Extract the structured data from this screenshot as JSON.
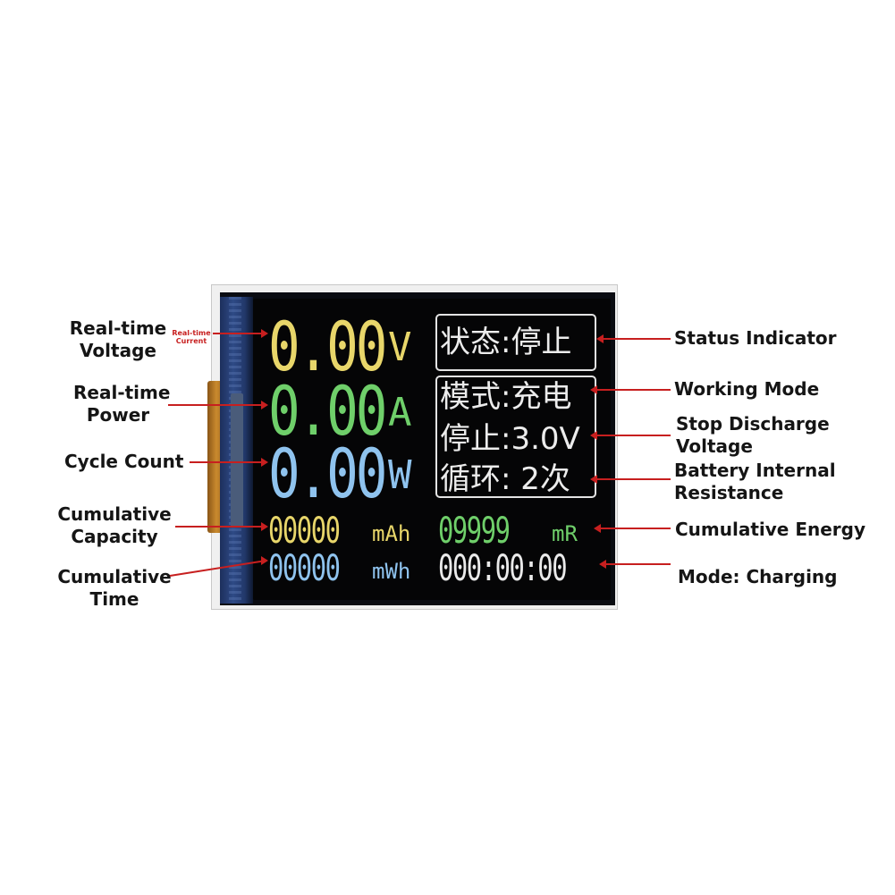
{
  "lcd": {
    "voltage_value": "0.00",
    "voltage_unit": "V",
    "current_value": "0.00",
    "current_unit": "A",
    "power_value": "0.00",
    "power_unit": "W",
    "capacity_value": "00000",
    "capacity_unit": "mAh",
    "resistance_value": "09999",
    "resistance_unit": "mR",
    "energy_value": "00000",
    "energy_unit": "mWh",
    "time_value": "000:00:00",
    "status_line": "状态:停止",
    "mode_line": "模式:充电",
    "stop_line": "停止:3.0V",
    "cycle_line": "循环: 2次"
  },
  "callouts": {
    "left": {
      "voltage": [
        "Real-time",
        "Voltage"
      ],
      "current_small": [
        "Real-time",
        "Current"
      ],
      "power": [
        "Real-time",
        "Power"
      ],
      "cycle": "Cycle Count",
      "capacity": [
        "Cumulative",
        "Capacity"
      ],
      "time": [
        "Cumulative",
        "Time"
      ]
    },
    "right": {
      "status": "Status Indicator",
      "working_mode": "Working Mode",
      "stop_voltage": [
        "Stop Discharge",
        "Voltage"
      ],
      "internal_resistance": [
        "Battery Internal",
        "Resistance"
      ],
      "energy": "Cumulative Energy",
      "mode_charging": "Mode: Charging"
    }
  },
  "colors": {
    "voltage": "#e8d66a",
    "current": "#6fcf6a",
    "power": "#8fc3ee",
    "callout_line": "#c71f1f"
  }
}
